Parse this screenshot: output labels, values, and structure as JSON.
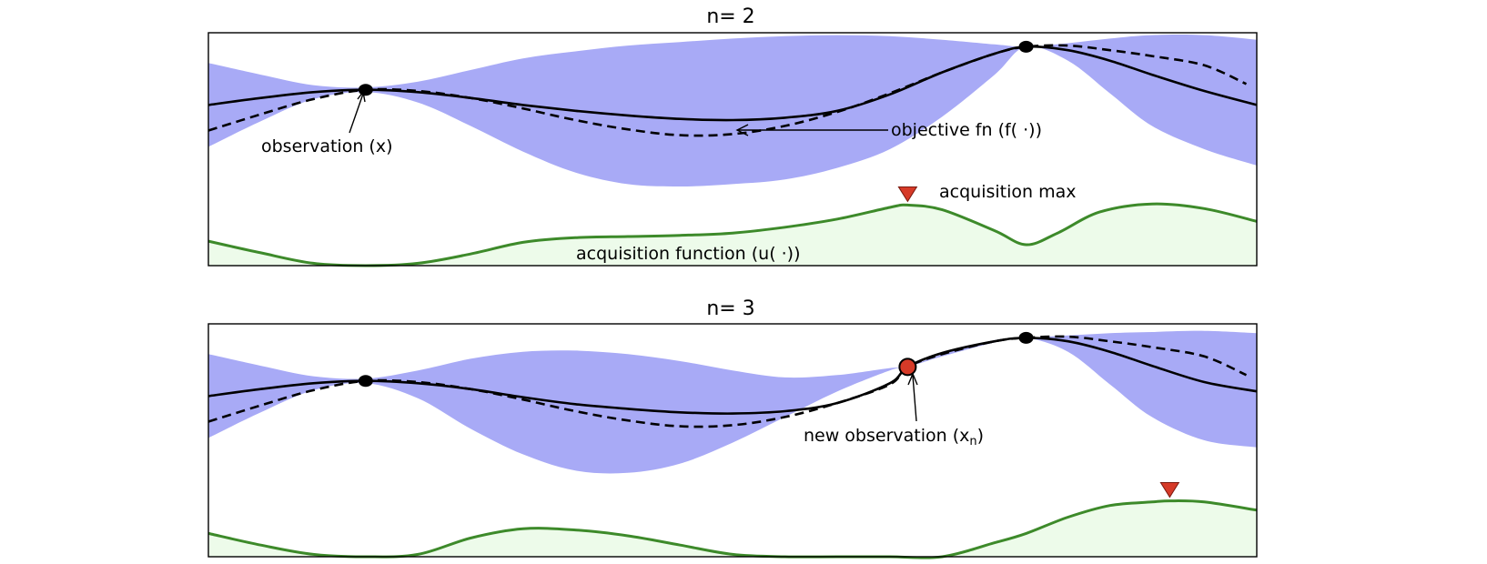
{
  "chart_data": [
    {
      "type": "line",
      "title": "n= 2",
      "xlim": [
        0,
        1
      ],
      "ylim": [
        0,
        1
      ],
      "observations": [
        {
          "x": 0.15,
          "y": 0.755
        },
        {
          "x": 0.78,
          "y": 0.94
        }
      ],
      "mean": {
        "x": [
          0,
          0.05,
          0.1,
          0.15,
          0.2,
          0.25,
          0.3,
          0.35,
          0.4,
          0.45,
          0.5,
          0.55,
          0.6,
          0.65,
          0.7,
          0.75,
          0.78,
          0.82,
          0.86,
          0.9,
          0.95,
          1.0
        ],
        "y": [
          0.69,
          0.72,
          0.745,
          0.755,
          0.745,
          0.72,
          0.69,
          0.665,
          0.645,
          0.63,
          0.625,
          0.635,
          0.665,
          0.735,
          0.83,
          0.91,
          0.94,
          0.925,
          0.88,
          0.82,
          0.75,
          0.69
        ]
      },
      "objective": {
        "x": [
          0,
          0.05,
          0.1,
          0.15,
          0.2,
          0.25,
          0.3,
          0.35,
          0.4,
          0.45,
          0.5,
          0.55,
          0.6,
          0.65,
          0.7,
          0.75,
          0.78,
          0.82,
          0.86,
          0.9,
          0.95,
          0.99
        ],
        "y": [
          0.58,
          0.65,
          0.715,
          0.755,
          0.75,
          0.72,
          0.675,
          0.625,
          0.585,
          0.56,
          0.565,
          0.6,
          0.66,
          0.74,
          0.83,
          0.91,
          0.94,
          0.945,
          0.925,
          0.9,
          0.86,
          0.78
        ]
      },
      "band_upper": [
        0.87,
        0.82,
        0.775,
        0.765,
        0.79,
        0.84,
        0.89,
        0.92,
        0.945,
        0.96,
        0.975,
        0.985,
        0.99,
        0.985,
        0.97,
        0.95,
        0.94,
        0.955,
        0.975,
        0.99,
        0.99,
        0.97
      ],
      "band_lower": [
        0.51,
        0.62,
        0.715,
        0.745,
        0.7,
        0.6,
        0.49,
        0.4,
        0.35,
        0.34,
        0.35,
        0.37,
        0.42,
        0.5,
        0.64,
        0.82,
        0.94,
        0.88,
        0.74,
        0.6,
        0.5,
        0.43
      ],
      "acquisition": {
        "x": [
          0,
          0.05,
          0.1,
          0.15,
          0.2,
          0.25,
          0.3,
          0.35,
          0.4,
          0.45,
          0.5,
          0.55,
          0.6,
          0.65,
          0.667,
          0.7,
          0.75,
          0.78,
          0.81,
          0.85,
          0.9,
          0.95,
          1.0
        ],
        "y": [
          0.105,
          0.055,
          0.01,
          0.0,
          0.01,
          0.05,
          0.1,
          0.12,
          0.125,
          0.13,
          0.14,
          0.165,
          0.2,
          0.25,
          0.26,
          0.24,
          0.15,
          0.09,
          0.14,
          0.23,
          0.265,
          0.245,
          0.19
        ]
      },
      "acquisition_max_x": 0.667,
      "annotations": {
        "observation": "observation (x)",
        "objective": "objective fn (f( ·))",
        "acq_max": "acquisition max",
        "acq_fn": "acquisition function (u( ·))"
      }
    },
    {
      "type": "line",
      "title": "n= 3",
      "xlim": [
        0,
        1
      ],
      "ylim": [
        0,
        1
      ],
      "observations": [
        {
          "x": 0.15,
          "y": 0.755
        },
        {
          "x": 0.78,
          "y": 0.94
        }
      ],
      "new_observation": {
        "x": 0.667,
        "y": 0.815
      },
      "mean": {
        "x": [
          0,
          0.05,
          0.1,
          0.15,
          0.2,
          0.25,
          0.3,
          0.35,
          0.4,
          0.45,
          0.5,
          0.55,
          0.6,
          0.65,
          0.667,
          0.7,
          0.75,
          0.78,
          0.82,
          0.86,
          0.9,
          0.95,
          1.0
        ],
        "y": [
          0.69,
          0.72,
          0.745,
          0.755,
          0.745,
          0.72,
          0.685,
          0.655,
          0.635,
          0.62,
          0.615,
          0.625,
          0.66,
          0.745,
          0.815,
          0.875,
          0.925,
          0.94,
          0.925,
          0.88,
          0.82,
          0.75,
          0.71
        ]
      },
      "objective": {
        "x": [
          0,
          0.05,
          0.1,
          0.15,
          0.2,
          0.25,
          0.3,
          0.35,
          0.4,
          0.45,
          0.5,
          0.55,
          0.6,
          0.65,
          0.667,
          0.7,
          0.75,
          0.78,
          0.82,
          0.86,
          0.9,
          0.95,
          0.99
        ],
        "y": [
          0.58,
          0.65,
          0.715,
          0.755,
          0.75,
          0.72,
          0.675,
          0.625,
          0.585,
          0.56,
          0.565,
          0.6,
          0.66,
          0.74,
          0.815,
          0.87,
          0.925,
          0.94,
          0.945,
          0.925,
          0.9,
          0.86,
          0.78
        ]
      },
      "band_upper": [
        0.87,
        0.82,
        0.775,
        0.765,
        0.8,
        0.85,
        0.88,
        0.885,
        0.87,
        0.84,
        0.8,
        0.77,
        0.78,
        0.81,
        0.815,
        0.87,
        0.93,
        0.94,
        0.95,
        0.96,
        0.965,
        0.97,
        0.96
      ],
      "band_lower": [
        0.51,
        0.62,
        0.715,
        0.745,
        0.68,
        0.55,
        0.44,
        0.37,
        0.36,
        0.4,
        0.49,
        0.6,
        0.71,
        0.8,
        0.815,
        0.86,
        0.92,
        0.94,
        0.88,
        0.74,
        0.6,
        0.5,
        0.47
      ],
      "acquisition": {
        "x": [
          0,
          0.05,
          0.1,
          0.15,
          0.2,
          0.25,
          0.3,
          0.35,
          0.4,
          0.45,
          0.5,
          0.55,
          0.6,
          0.65,
          0.7,
          0.75,
          0.78,
          0.82,
          0.86,
          0.9,
          0.917,
          0.95,
          1.0
        ],
        "y": [
          0.1,
          0.05,
          0.01,
          0.0,
          0.01,
          0.08,
          0.12,
          0.115,
          0.09,
          0.05,
          0.01,
          0.0,
          0.0,
          0.0,
          0.0,
          0.06,
          0.1,
          0.17,
          0.22,
          0.235,
          0.24,
          0.235,
          0.2
        ]
      },
      "acquisition_max_x": 0.917,
      "annotations": {
        "new_observation": "new observation (x",
        "new_observation_sub": "n",
        "new_observation_close": ")"
      }
    }
  ],
  "colors": {
    "band": "#a8aaf6",
    "mean": "#000000",
    "objective": "#000000",
    "acquisition_line": "#3d8a2a",
    "acquisition_fill": "#edfbea",
    "marker_max": "#d63a28",
    "new_obs": "#d63a28"
  }
}
